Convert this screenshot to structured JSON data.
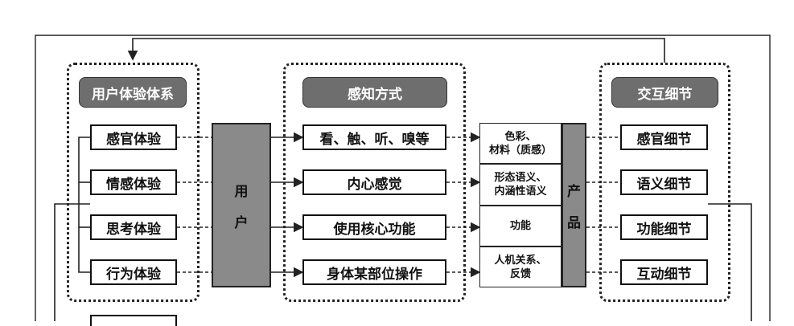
{
  "experience_system": {
    "title": "用户体验体系",
    "items": [
      "感官体验",
      "情感体验",
      "思考体验",
      "行为体验"
    ]
  },
  "user_bar": {
    "chars": [
      "用",
      "户"
    ]
  },
  "perception": {
    "title": "感知方式",
    "items": [
      "看、触、听、嗅等",
      "内心感觉",
      "使用核心功能",
      "身体某部位操作"
    ]
  },
  "product_attributes": [
    [
      "色彩、",
      "材料（质感）"
    ],
    [
      "形态语义、",
      "内涵性语义"
    ],
    [
      "功能"
    ],
    [
      "人机关系、",
      "反馈"
    ]
  ],
  "product_bar": {
    "chars": [
      "产",
      "品"
    ]
  },
  "interaction_details": {
    "title": "交互细节",
    "items": [
      "感官细节",
      "语义细节",
      "功能细节",
      "互动细节"
    ]
  }
}
